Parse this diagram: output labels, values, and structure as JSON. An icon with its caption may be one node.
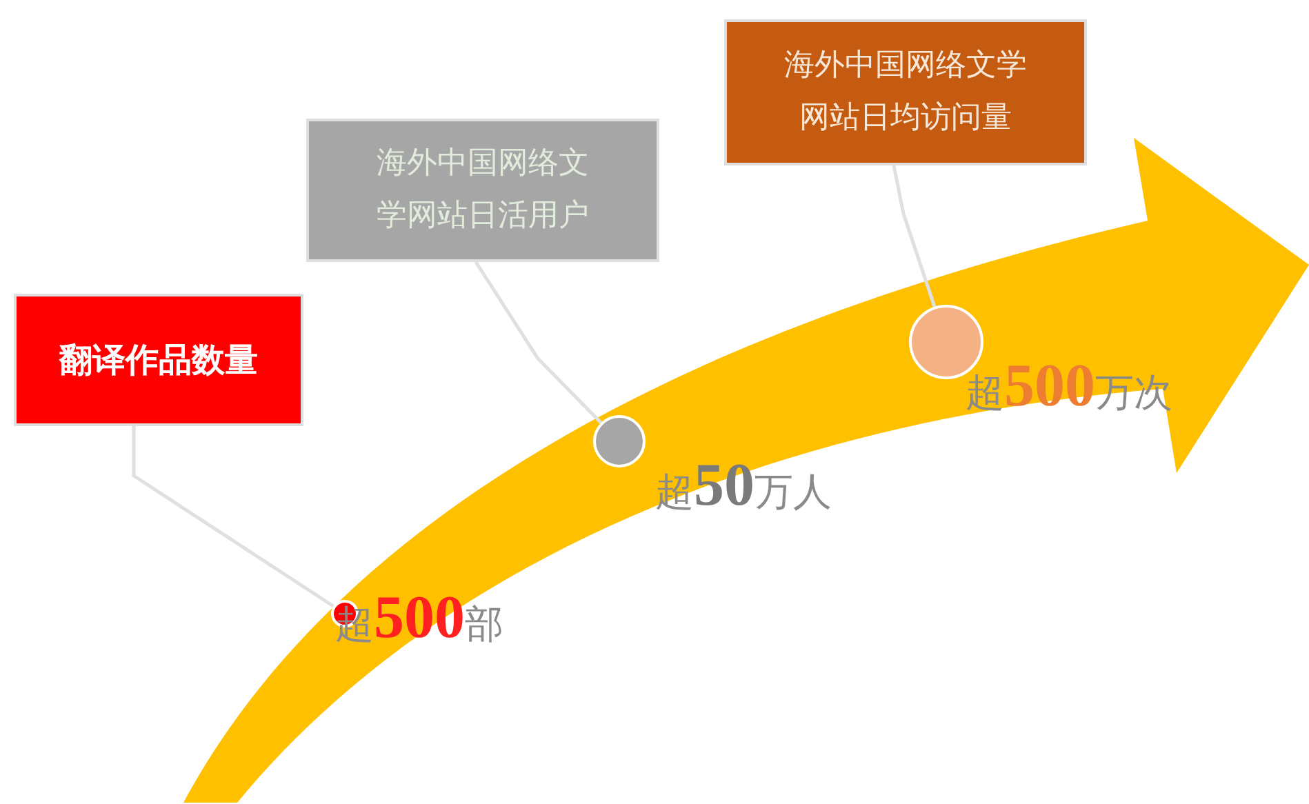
{
  "diagram": {
    "nodes": [
      {
        "text": [
          "翻译作品数量"
        ]
      },
      {
        "text": [
          "海外中国网络文学网站日活用户"
        ]
      },
      {
        "text": [
          "海外中国网络文学网站日均访问量"
        ]
      },
      {
        "text": [],
        "shape": "circle",
        "beside": [
          "超500部"
        ]
      },
      {
        "text": [],
        "shape": "circle",
        "beside": [
          "超50万人"
        ]
      },
      {
        "text": [],
        "shape": "circle",
        "beside": [
          "超500万次"
        ]
      }
    ],
    "edges": [
      {
        "from": 0,
        "to": 3,
        "arrow": "none"
      },
      {
        "from": 1,
        "to": 4,
        "arrow": "none"
      },
      {
        "from": 2,
        "to": 5,
        "arrow": "none"
      }
    ]
  }
}
